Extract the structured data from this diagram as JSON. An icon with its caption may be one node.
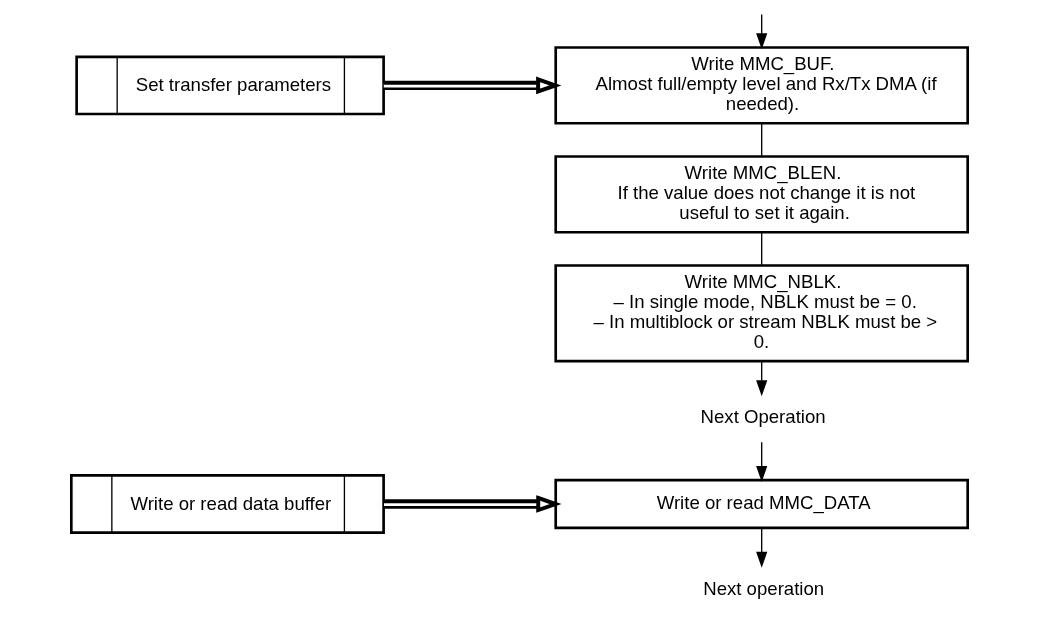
{
  "diagram": {
    "nodes": [
      {
        "text": [
          "Set transfer parameters"
        ]
      },
      {
        "text": [
          "Write MMC_BUF.",
          "Almost full/empty level and Rx/Tx DMA (if needed)."
        ]
      },
      {
        "text": [
          "Write MMC_BLEN.",
          "If the value does not change it is not useful to set it again."
        ]
      },
      {
        "text": [
          "Write MMC_NBLK.",
          "– In single mode, NBLK must be = 0.",
          "– In multiblock or stream NBLK must be > 0."
        ]
      },
      {
        "text": [
          "Next Operation"
        ]
      },
      {
        "text": [
          "Write or read data buffer"
        ]
      },
      {
        "text": [
          "Write or read MMC_DATA"
        ]
      },
      {
        "text": [
          "Next operation"
        ]
      }
    ],
    "edges": [
      {
        "from": null,
        "to": 1,
        "arrow": "to"
      },
      {
        "from": 0,
        "to": 1,
        "arrow": "to",
        "style": "thick"
      },
      {
        "from": 1,
        "to": 2,
        "arrow": "none"
      },
      {
        "from": 2,
        "to": 3,
        "arrow": "none"
      },
      {
        "from": 3,
        "to": 4,
        "arrow": "to"
      },
      {
        "from": 4,
        "to": 6,
        "arrow": "to"
      },
      {
        "from": 5,
        "to": 6,
        "arrow": "to",
        "style": "thick"
      },
      {
        "from": 6,
        "to": 7,
        "arrow": "to"
      }
    ]
  }
}
